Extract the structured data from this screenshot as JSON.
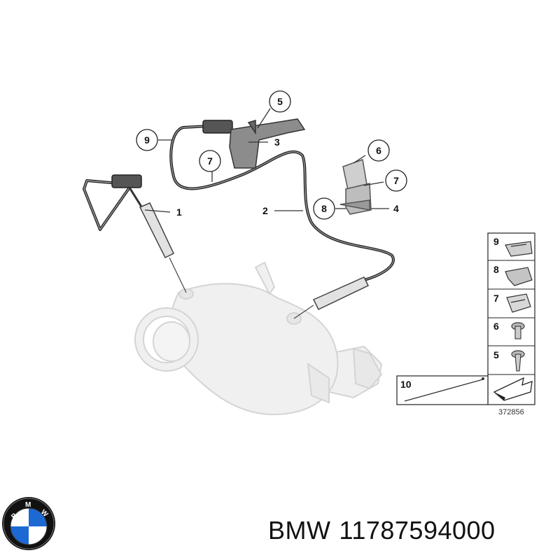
{
  "callouts": {
    "c1": "1",
    "c2": "2",
    "c3": "3",
    "c4": "4",
    "c5": "5",
    "c6": "6",
    "c7a": "7",
    "c7b": "7",
    "c8": "8",
    "c9": "9"
  },
  "legend": {
    "items": [
      "9",
      "8",
      "7",
      "6",
      "5"
    ],
    "item10": "10",
    "drawing_number": "372856"
  },
  "logo": {
    "text": "BMW",
    "colors": {
      "blue": "#1c69d4",
      "white": "#ffffff",
      "ring": "#111111"
    }
  },
  "footer": {
    "brand": "BMW",
    "part_number": "11787594000"
  }
}
